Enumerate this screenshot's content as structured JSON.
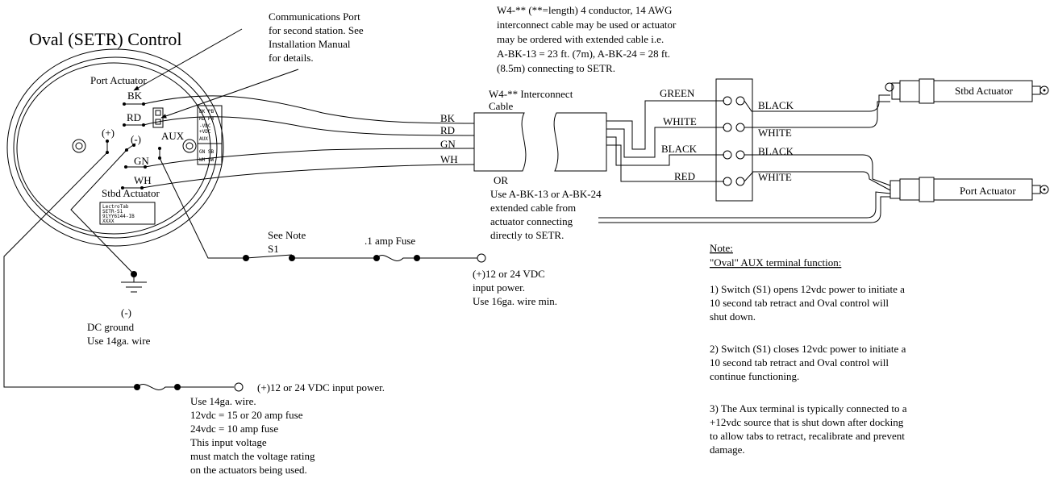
{
  "title": "Oval (SETR) Control",
  "comm_port_note": [
    "Communications Port",
    "for second station. See",
    "Installation Manual",
    "for details."
  ],
  "cable_note": [
    "W4-** (**=length)  4 conductor, 14 AWG",
    "interconnect cable may be used or actuator",
    "may be ordered with extended cable i.e.",
    "A-BK-13 = 23 ft. (7m), A-BK-24 = 28 ft.",
    "(8.5m) connecting to SETR."
  ],
  "controller": {
    "port_actuator_label": "Port Actuator",
    "bk": "BK",
    "rd": "RD",
    "gn": "GN",
    "wh": "WH",
    "plus": "(+)",
    "minus": "(-)",
    "aux": "AUX",
    "stbd_actuator_label": "Stbd Actuator",
    "terminal_block": [
      "BK PB",
      "RD PW",
      "-VDC",
      "+VDC",
      "AUX",
      "GN SB",
      "WH SW"
    ],
    "product_label": [
      "LectroTab",
      "SETR-S1",
      "91YY6144-IB",
      "XXXX"
    ]
  },
  "wires": [
    "BK",
    "RD",
    "GN",
    "WH"
  ],
  "interconnect_label": [
    "W4-** Interconnect",
    "Cable"
  ],
  "or_note": [
    "OR",
    "Use A-BK-13 or A-BK-24",
    "extended cable from",
    "actuator connecting",
    "directly to SETR."
  ],
  "junction": {
    "left": [
      "GREEN",
      "WHITE",
      "BLACK",
      "RED"
    ],
    "right": [
      "BLACK",
      "WHITE",
      "BLACK",
      "WHITE"
    ]
  },
  "stbd_actuator": "Stbd Actuator",
  "port_actuator": "Port Actuator",
  "switch_note": [
    "See Note",
    "S1"
  ],
  "fuse_small": ".1 amp Fuse",
  "aux_power": [
    "(+)12 or 24 VDC",
    "input power.",
    "Use 16ga. wire min."
  ],
  "ground": [
    "(-)",
    "DC ground",
    "Use 14ga. wire"
  ],
  "main_power": {
    "title": "(+)12 or 24 VDC input power.",
    "lines": [
      "Use 14ga. wire.",
      "12vdc = 15 or 20 amp fuse",
      "24vdc = 10 amp fuse",
      "This input voltage",
      "must match the voltage rating",
      "on the actuators being used."
    ]
  },
  "note": {
    "heading": "Note:",
    "subheading": "\"Oval\" AUX terminal function:",
    "items": [
      [
        "1) Switch (S1) opens 12vdc power to initiate a",
        "10 second tab retract and Oval control will",
        "shut down."
      ],
      [
        "2) Switch (S1) closes 12vdc power to initiate a",
        "10 second tab retract and Oval control will",
        "continue functioning."
      ],
      [
        "3) The Aux terminal is typically connected to a",
        "+12vdc source that is shut down after docking",
        "to allow tabs to retract, recalibrate and prevent",
        "damage."
      ]
    ]
  }
}
